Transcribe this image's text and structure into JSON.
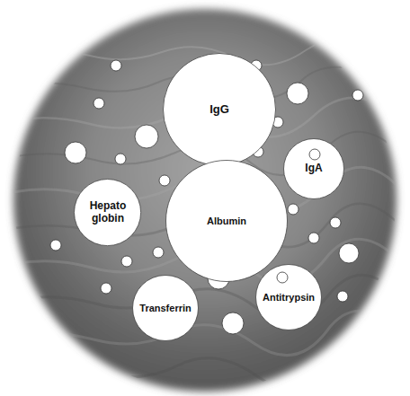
{
  "diagram": {
    "nodes": [
      {
        "text": [
          "IgG"
        ]
      },
      {
        "text": [
          "IgA"
        ]
      },
      {
        "text": [
          "Hepato globin"
        ]
      },
      {
        "text": [
          "Albumin"
        ]
      },
      {
        "text": [
          "Transferrin"
        ]
      },
      {
        "text": [
          "Antitrypsin"
        ]
      }
    ]
  }
}
